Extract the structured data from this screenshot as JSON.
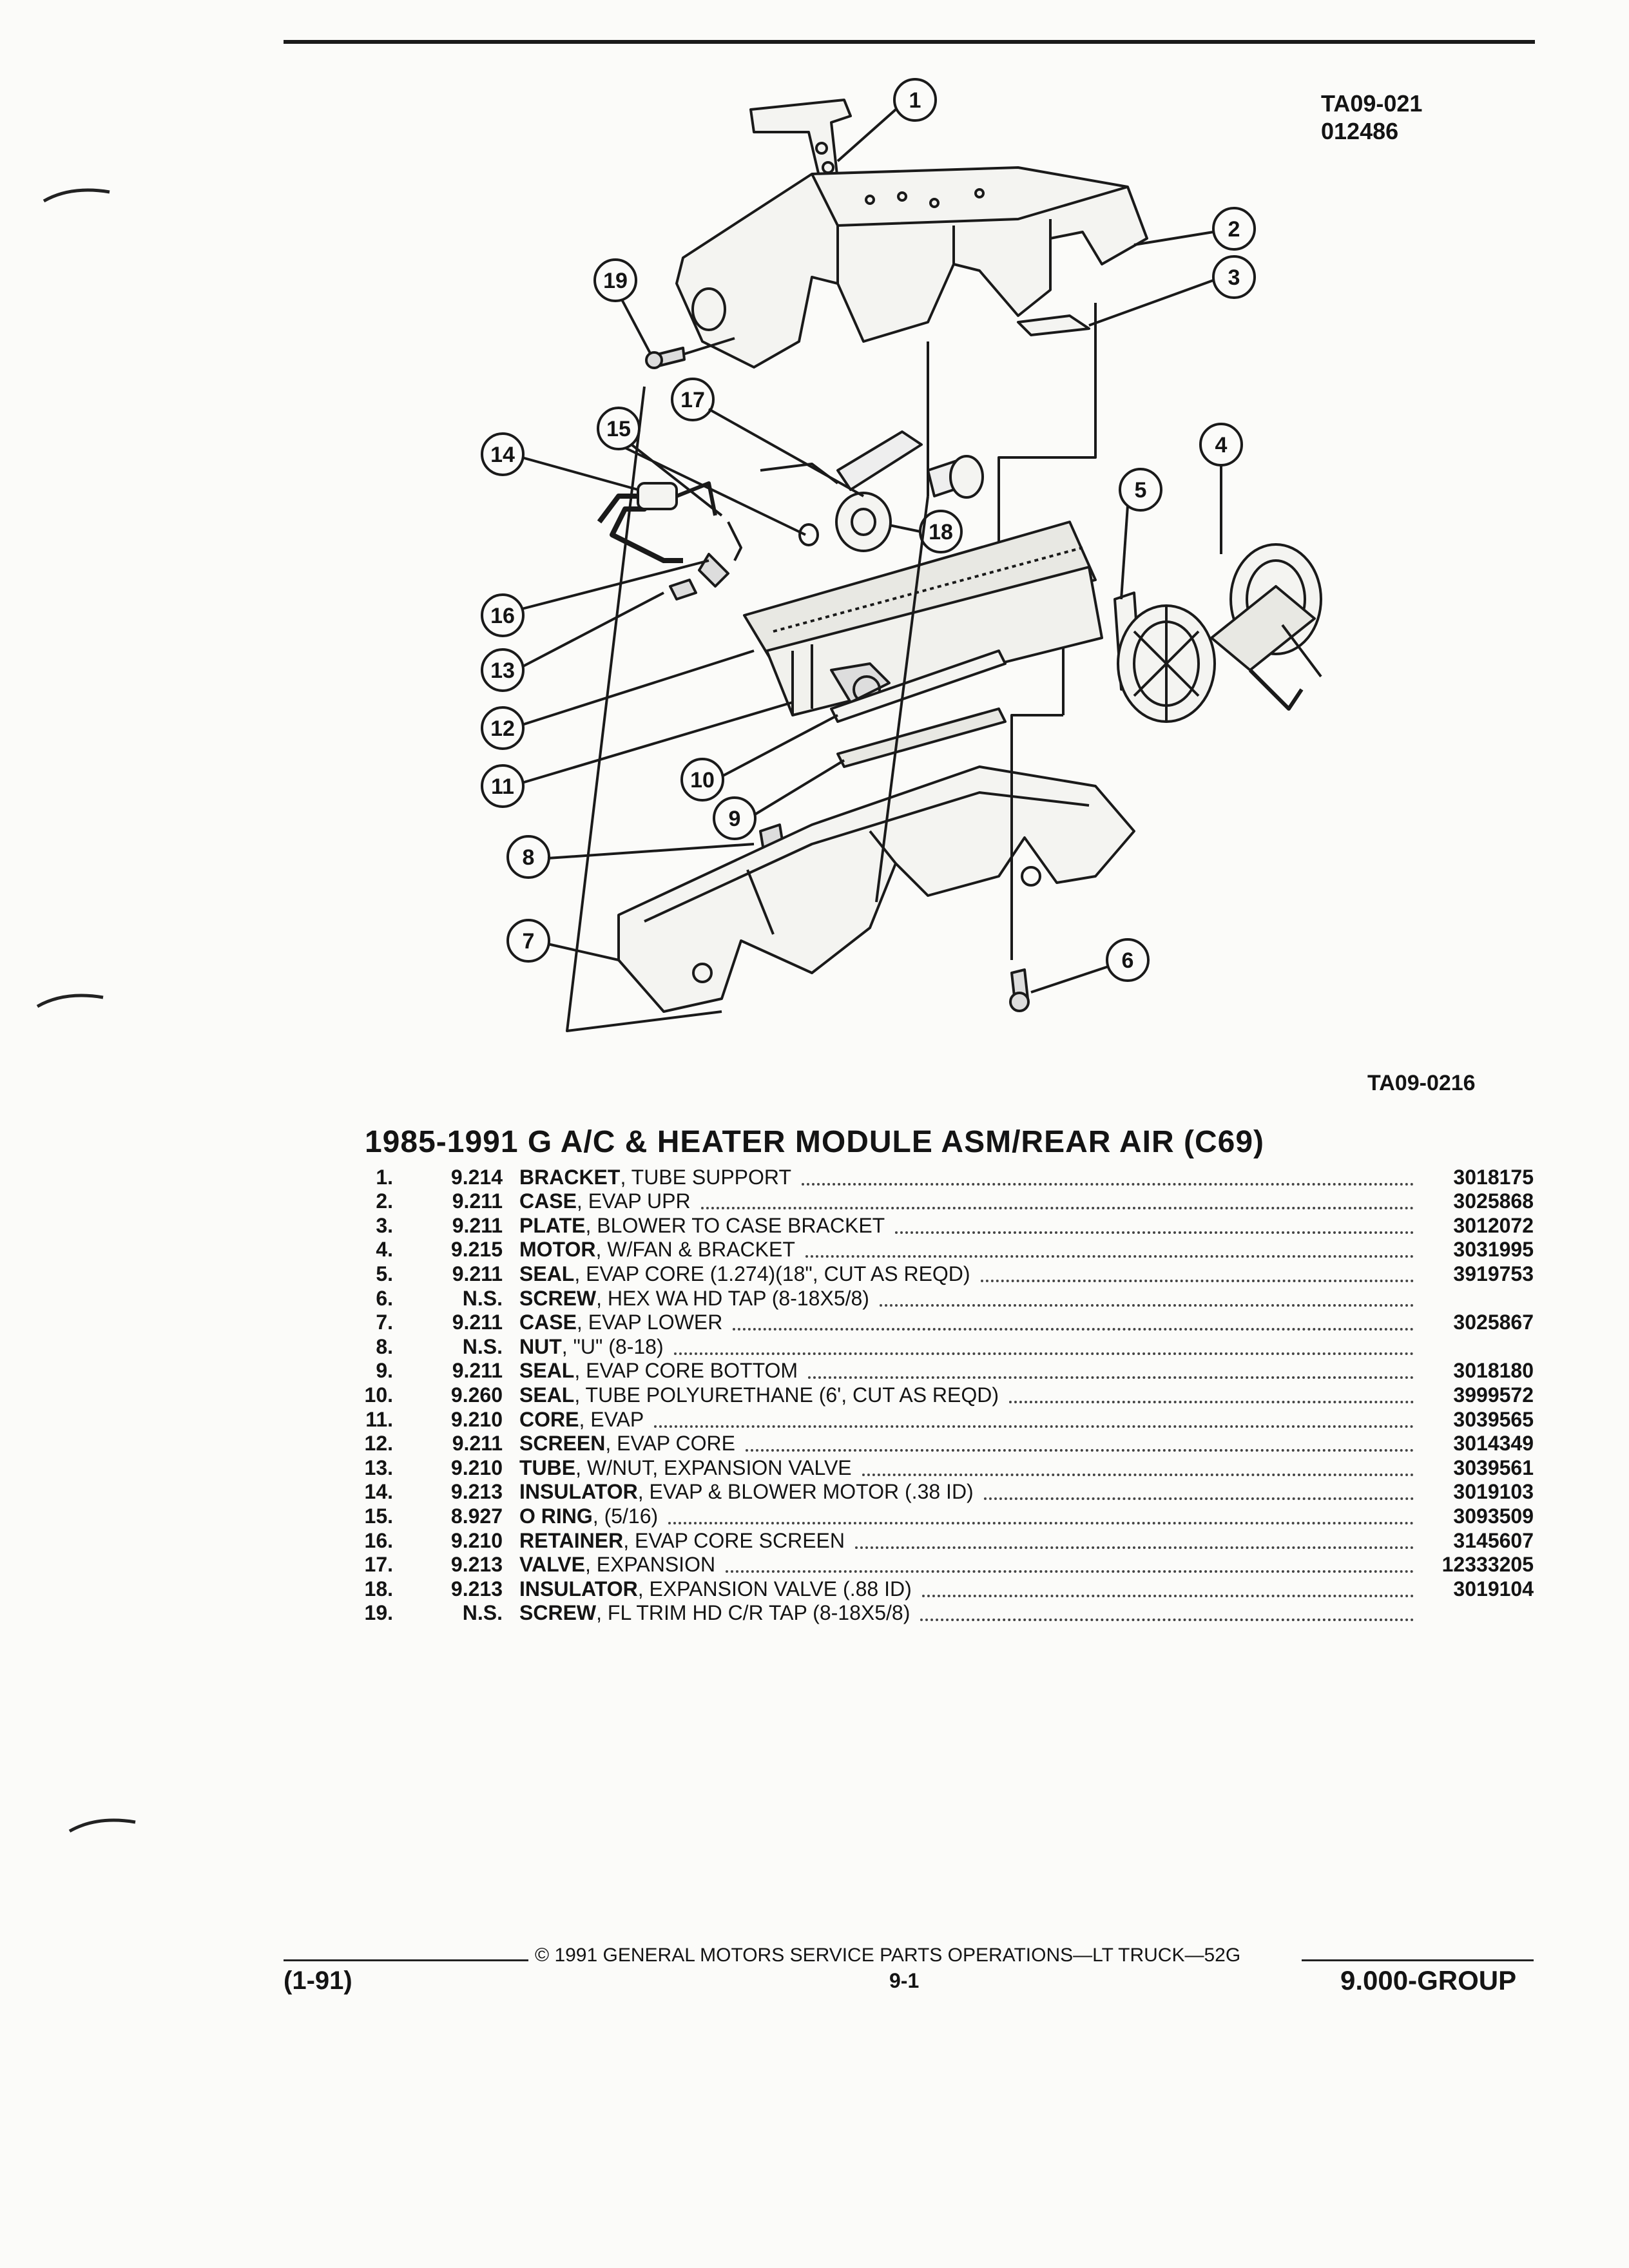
{
  "header": {
    "code_1": "TA09-021",
    "code_2": "012486"
  },
  "figure": {
    "id": "TA09-0216",
    "callouts": [
      "1",
      "2",
      "3",
      "4",
      "5",
      "6",
      "7",
      "8",
      "9",
      "10",
      "11",
      "12",
      "13",
      "14",
      "15",
      "16",
      "17",
      "18",
      "19"
    ]
  },
  "title": "1985-1991 G A/C & HEATER MODULE ASM/REAR AIR (C69)",
  "parts": [
    {
      "num": "1.",
      "group": "9.214",
      "name": "BRACKET",
      "desc": ", TUBE SUPPORT",
      "pn": "3018175"
    },
    {
      "num": "2.",
      "group": "9.211",
      "name": "CASE",
      "desc": ", EVAP UPR",
      "pn": "3025868"
    },
    {
      "num": "3.",
      "group": "9.211",
      "name": "PLATE",
      "desc": ", BLOWER TO CASE BRACKET",
      "pn": "3012072"
    },
    {
      "num": "4.",
      "group": "9.215",
      "name": "MOTOR",
      "desc": ", W/FAN & BRACKET",
      "pn": "3031995"
    },
    {
      "num": "5.",
      "group": "9.211",
      "name": "SEAL",
      "desc": ", EVAP CORE (1.274)(18\", CUT AS REQD)",
      "pn": "3919753"
    },
    {
      "num": "6.",
      "group": "N.S.",
      "name": "SCREW",
      "desc": ", HEX WA HD TAP (8-18X5/8)",
      "pn": ""
    },
    {
      "num": "7.",
      "group": "9.211",
      "name": "CASE",
      "desc": ", EVAP LOWER",
      "pn": "3025867"
    },
    {
      "num": "8.",
      "group": "N.S.",
      "name": "NUT",
      "desc": ", \"U\" (8-18)",
      "pn": ""
    },
    {
      "num": "9.",
      "group": "9.211",
      "name": "SEAL",
      "desc": ", EVAP CORE BOTTOM",
      "pn": "3018180"
    },
    {
      "num": "10.",
      "group": "9.260",
      "name": "SEAL",
      "desc": ", TUBE POLYURETHANE (6', CUT AS REQD)",
      "pn": "3999572"
    },
    {
      "num": "11.",
      "group": "9.210",
      "name": "CORE",
      "desc": ", EVAP",
      "pn": "3039565"
    },
    {
      "num": "12.",
      "group": "9.211",
      "name": "SCREEN",
      "desc": ", EVAP CORE",
      "pn": "3014349"
    },
    {
      "num": "13.",
      "group": "9.210",
      "name": "TUBE",
      "desc": ", W/NUT, EXPANSION VALVE",
      "pn": "3039561"
    },
    {
      "num": "14.",
      "group": "9.213",
      "name": "INSULATOR",
      "desc": ", EVAP & BLOWER MOTOR (.38 ID)",
      "pn": "3019103"
    },
    {
      "num": "15.",
      "group": "8.927",
      "name": "O RING",
      "desc": ", (5/16)",
      "pn": "3093509"
    },
    {
      "num": "16.",
      "group": "9.210",
      "name": "RETAINER",
      "desc": ", EVAP CORE SCREEN",
      "pn": "3145607"
    },
    {
      "num": "17.",
      "group": "9.213",
      "name": "VALVE",
      "desc": ", EXPANSION",
      "pn": "12333205"
    },
    {
      "num": "18.",
      "group": "9.213",
      "name": "INSULATOR",
      "desc": ", EXPANSION VALVE (.88 ID)",
      "pn": "3019104"
    },
    {
      "num": "19.",
      "group": "N.S.",
      "name": "SCREW",
      "desc": ", FL TRIM HD C/R TAP (8-18X5/8)",
      "pn": ""
    }
  ],
  "footer": {
    "copyright": "© 1991 GENERAL MOTORS SERVICE PARTS OPERATIONS—LT TRUCK—52G",
    "date": "(1-91)",
    "page": "9-1",
    "group": "9.000-GROUP"
  }
}
